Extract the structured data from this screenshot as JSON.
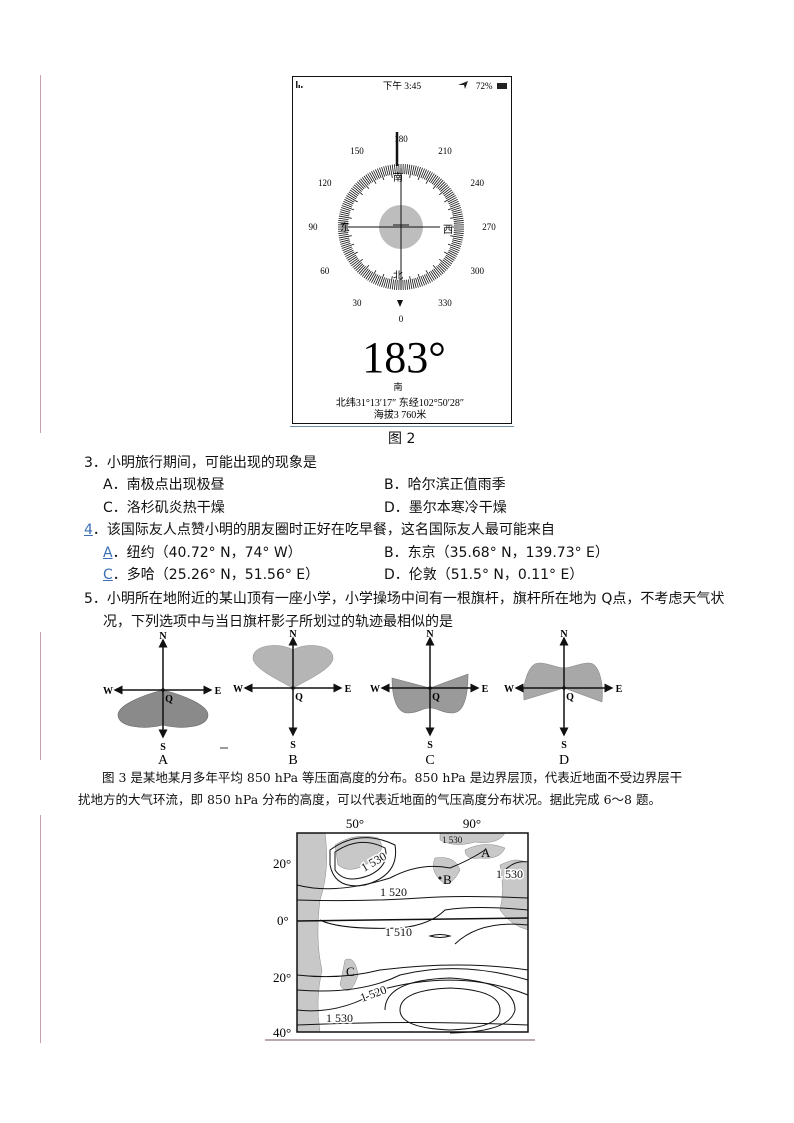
{
  "figure2": {
    "status_time": "下午 3:45",
    "battery": "72%",
    "dial_labels": [
      "0",
      "30",
      "60",
      "90",
      "120",
      "150",
      "180",
      "210",
      "240",
      "270",
      "300",
      "330"
    ],
    "dir_south": "南",
    "dir_north": "北",
    "dir_east": "东",
    "dir_west": "西",
    "heading": "183°",
    "heading_dir": "南",
    "coords": "北纬31°13′17″ 东经102°50′28″",
    "altitude": "海拔3 760米",
    "caption": "图 2"
  },
  "questions": [
    {
      "number": "3",
      "stem": "．小明旅行期间，可能出现的现象是",
      "options": [
        {
          "key": "A",
          "text": "．南极点出现极昼"
        },
        {
          "key": "B",
          "text": "．哈尔滨正值雨季"
        },
        {
          "key": "C",
          "text": "．洛杉矶炎热干燥"
        },
        {
          "key": "D",
          "text": "．墨尔本寒冷干燥"
        }
      ]
    },
    {
      "number": "4",
      "stem": "．该国际友人点赞小明的朋友圈时正好在吃早餐，这名国际友人最可能来自",
      "options": [
        {
          "key": "A",
          "text": "．纽约（40.72° N，74° W）"
        },
        {
          "key": "B",
          "text": "．东京（35.68° N，139.73° E）"
        },
        {
          "key": "C",
          "text": "．多哈（25.26° N，51.56° E）"
        },
        {
          "key": "D",
          "text": "．伦敦（51.5° N，0.11° E）"
        }
      ]
    },
    {
      "number": "5",
      "stem": "．小明所在地附近的某山顶有一座小学，小学操场中间有一根旗杆，旗杆所在地为 Q点，不考虑天气状",
      "stem2": "况，下列选项中与当日旗杆影子所划过的轨迹最相似的是",
      "diagram_labels": {
        "n": "N",
        "s": "S",
        "e": "E",
        "w": "W",
        "q": "Q"
      },
      "choices": [
        "A",
        "B",
        "C",
        "D"
      ]
    }
  ],
  "intro": {
    "line1": "图 3 是某地某月多年平均 850 hPa 等压面高度的分布。850 hPa 是边界层顶，代表近地面不受边界层干",
    "line2": "扰地方的大气环流，即 850 hPa 分布的高度，可以代表近地面的气压高度分布状况。据此完成 6～8 题。"
  },
  "figure3": {
    "lon_labels": [
      "50°",
      "90°"
    ],
    "lat_labels": [
      "20°",
      "0°",
      "20°",
      "40°"
    ],
    "contour_labels": [
      "1 530",
      "1 520",
      "1 530",
      "1 510",
      "1 520",
      "1 530",
      "1 530"
    ],
    "points": [
      "A",
      "B",
      "C"
    ]
  }
}
